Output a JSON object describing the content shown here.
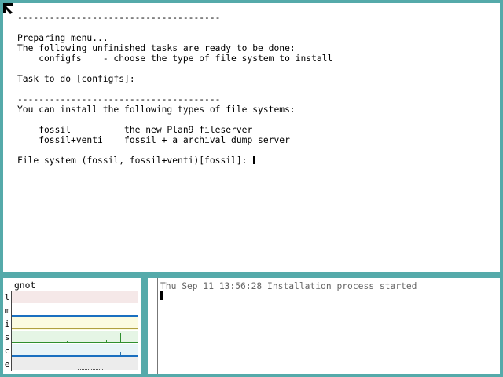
{
  "main": {
    "lines": [
      "--------------------------------------",
      "",
      "Preparing menu...",
      "The following unfinished tasks are ready to be done:",
      "    configfs    - choose the type of file system to install",
      "",
      "Task to do [configfs]:",
      "",
      "--------------------------------------",
      "You can install the following types of file systems:",
      "",
      "    fossil          the new Plan9 fileserver",
      "    fossil+venti    fossil + a archival dump server",
      ""
    ],
    "prompt": "File system (fossil, fossil+venti)[fossil]: "
  },
  "stats": {
    "title": "gnot",
    "rows": [
      {
        "label": "l",
        "color": "#f5e8e8"
      },
      {
        "label": "m",
        "color": "#ffffff"
      },
      {
        "label": "i",
        "color": "#fbfbe0"
      },
      {
        "label": "s",
        "color": "#e5f5e5"
      },
      {
        "label": "c",
        "color": "#e8f4f7"
      },
      {
        "label": "e",
        "color": "#ececec"
      }
    ]
  },
  "log": {
    "text": "Thu Sep 11 13:56:28 Installation process started"
  }
}
